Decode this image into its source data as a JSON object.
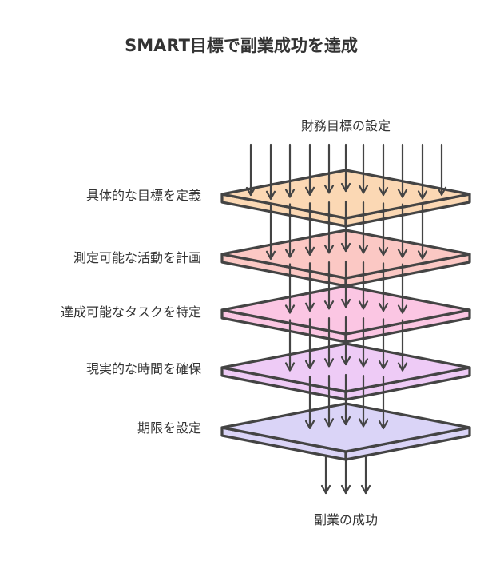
{
  "title": "SMART目標で副業成功を達成",
  "top_label": "財務目標の設定",
  "bottom_label": "副業の成功",
  "layers": [
    {
      "label": "具体的な目標を定義",
      "fill": "#fbd8b4"
    },
    {
      "label": "測定可能な活動を計画",
      "fill": "#fbc8c4"
    },
    {
      "label": "達成可能なタスクを特定",
      "fill": "#fbc6e3"
    },
    {
      "label": "現実的な時間を確保",
      "fill": "#eecbf6"
    },
    {
      "label": "期限を設定",
      "fill": "#dad4f7"
    }
  ],
  "colors": {
    "stroke": "#444444",
    "text": "#333333",
    "background": "#ffffff"
  }
}
